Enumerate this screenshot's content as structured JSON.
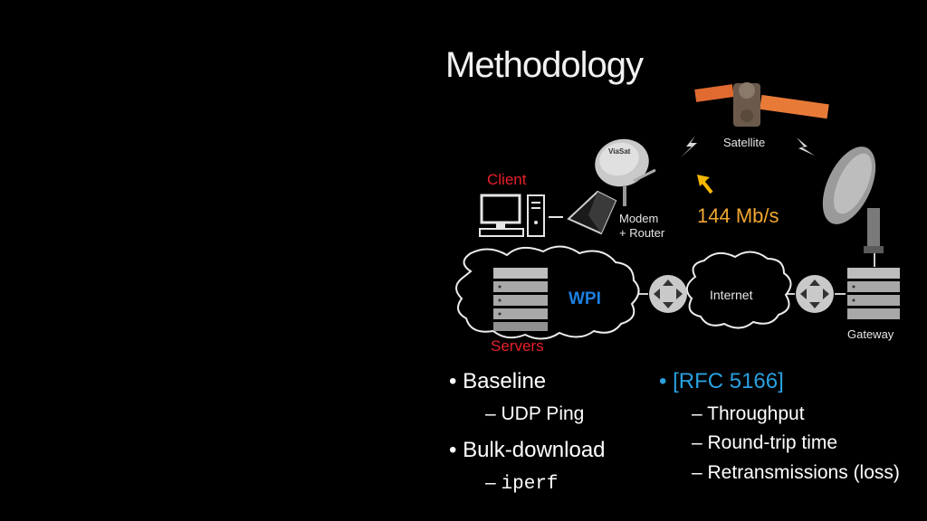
{
  "slide": {
    "title": "Methodology"
  },
  "diagram": {
    "client_label": "Client",
    "modem_label_line1": "Modem",
    "modem_label_line2": "+ Router",
    "dish_brand": "ViaSat",
    "satellite_label": "Satellite",
    "rate_label": "144 Mb/s",
    "wpi_label": "WPI",
    "internet_label": "Internet",
    "servers_label": "Servers",
    "gateway_label": "Gateway",
    "colors": {
      "red_label": "#e8202a",
      "rate_label": "#f0a830",
      "wpi_label": "#1d7fe0",
      "background": "#000000"
    }
  },
  "left_list": {
    "item1": "Baseline",
    "item1_sub": "UDP Ping",
    "item2": "Bulk-download",
    "item2_sub": "iperf"
  },
  "right_list": {
    "item1": "[RFC  5166]",
    "sub1": "Throughput",
    "sub2": "Round-trip time",
    "sub3": "Retransmissions (loss)"
  }
}
